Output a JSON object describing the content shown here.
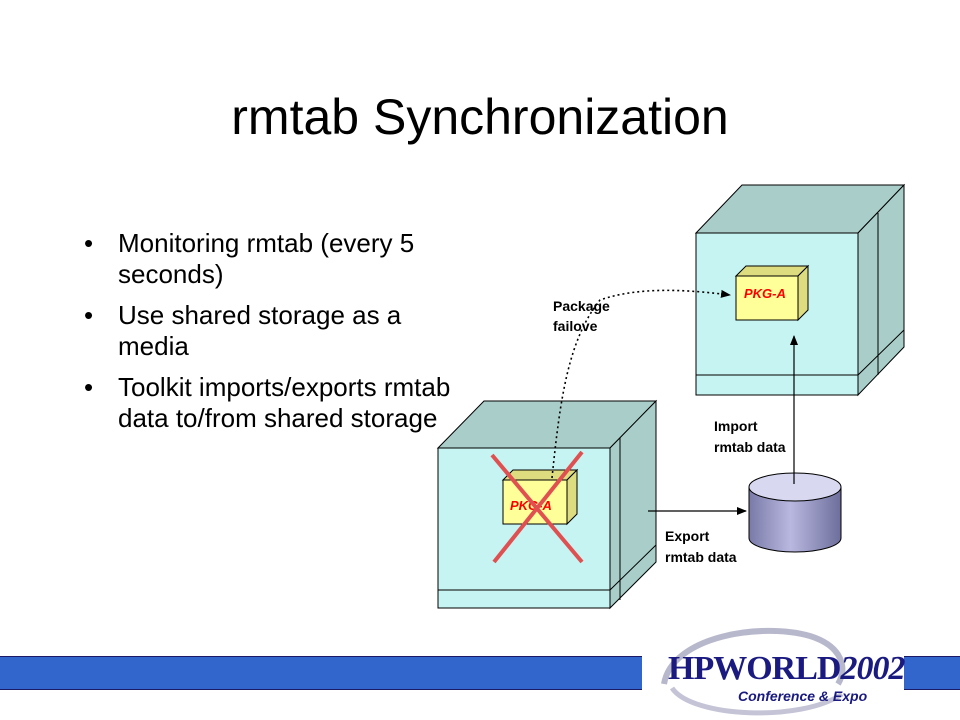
{
  "slide": {
    "title": "rmtab Synchronization",
    "bullets": [
      "Monitoring rmtab (every 5 seconds)",
      "Use shared storage as a media",
      "Toolkit imports/exports rmtab data to/from shared storage"
    ]
  },
  "diagram": {
    "failover_label": [
      "Package",
      "failove"
    ],
    "import_label": [
      "Import",
      "rmtab data"
    ],
    "export_label": [
      "Export",
      "rmtab data"
    ],
    "pkg_top": "PKG-A",
    "pkg_bottom": "PKG-A"
  },
  "logo": {
    "hp": "HP",
    "world": "WORLD",
    "year": "2002",
    "subtitle": "Conference & Expo"
  },
  "colors": {
    "server_fill": "#c6f4f2",
    "server_side": "#a9cec9",
    "package_fill": "#ffff99",
    "cross": "#e05050",
    "storage_fill": "#a0a0c8",
    "footer_bar": "#3366cc",
    "logo_text": "#1a1a80"
  }
}
